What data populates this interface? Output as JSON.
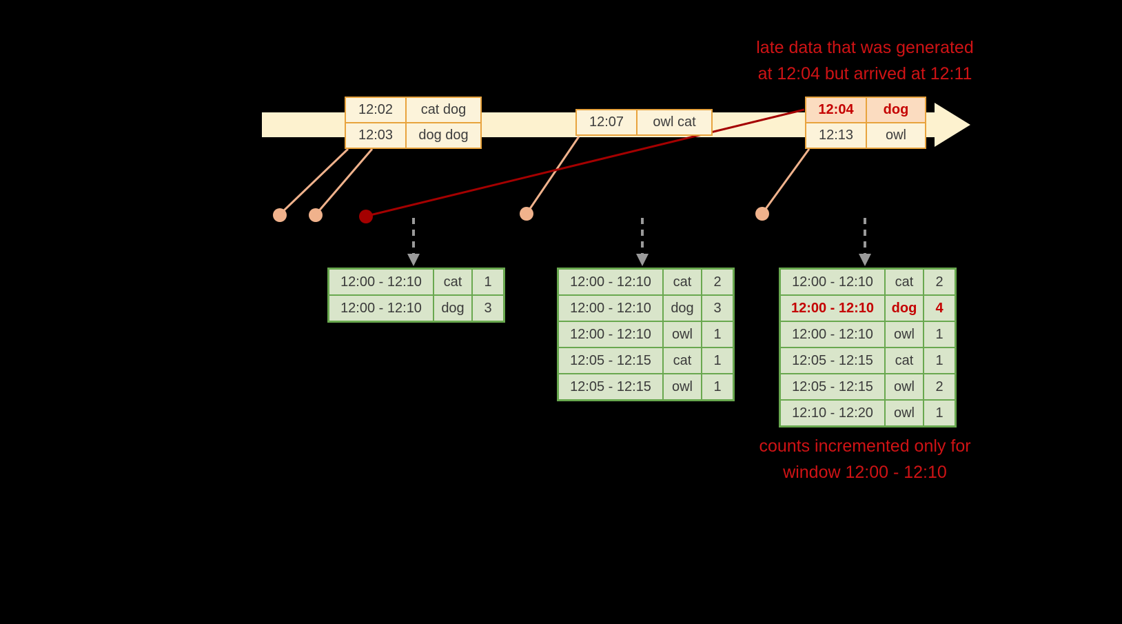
{
  "annotations": {
    "late_data": {
      "line1": "late data that was generated",
      "line2": "at 12:04 but arrived at 12:11"
    },
    "counts_note": {
      "line1": "counts incremented only for",
      "line2": "window 12:00 - 12:10"
    }
  },
  "timeline": {
    "groups": [
      {
        "rows": [
          {
            "time": "12:02",
            "words": "cat dog"
          },
          {
            "time": "12:03",
            "words": "dog dog"
          }
        ]
      },
      {
        "rows": [
          {
            "time": "12:07",
            "words": "owl cat"
          }
        ]
      },
      {
        "rows": [
          {
            "time": "12:04",
            "words": "dog",
            "late": true
          },
          {
            "time": "12:13",
            "words": "owl"
          }
        ]
      }
    ]
  },
  "result_tables": [
    {
      "rows": [
        {
          "window": "12:00 - 12:10",
          "word": "cat",
          "count": "1"
        },
        {
          "window": "12:00 - 12:10",
          "word": "dog",
          "count": "3"
        }
      ]
    },
    {
      "rows": [
        {
          "window": "12:00 - 12:10",
          "word": "cat",
          "count": "2"
        },
        {
          "window": "12:00 - 12:10",
          "word": "dog",
          "count": "3"
        },
        {
          "window": "12:00 - 12:10",
          "word": "owl",
          "count": "1"
        },
        {
          "window": "12:05 - 12:15",
          "word": "cat",
          "count": "1"
        },
        {
          "window": "12:05 - 12:15",
          "word": "owl",
          "count": "1"
        }
      ]
    },
    {
      "rows": [
        {
          "window": "12:00 - 12:10",
          "word": "cat",
          "count": "2"
        },
        {
          "window": "12:00 - 12:10",
          "word": "dog",
          "count": "4",
          "late": true
        },
        {
          "window": "12:00 - 12:10",
          "word": "owl",
          "count": "1"
        },
        {
          "window": "12:05 - 12:15",
          "word": "cat",
          "count": "1"
        },
        {
          "window": "12:05 - 12:15",
          "word": "owl",
          "count": "2"
        },
        {
          "window": "12:10 - 12:20",
          "word": "owl",
          "count": "1"
        }
      ]
    }
  ],
  "colors": {
    "background": "#000000",
    "timeline_arrow": "#fdf2cf",
    "event_border": "#e8a33d",
    "event_fill": "#fcf3da",
    "late_event_fill": "#fbdcc0",
    "peach_connector": "#f0b28c",
    "late_line_red": "#a40000",
    "table_border": "#69a84f",
    "table_fill": "#d9e5ca",
    "annotation_red": "#cf1315",
    "trigger_arrow_gray": "#9a9a9a"
  }
}
